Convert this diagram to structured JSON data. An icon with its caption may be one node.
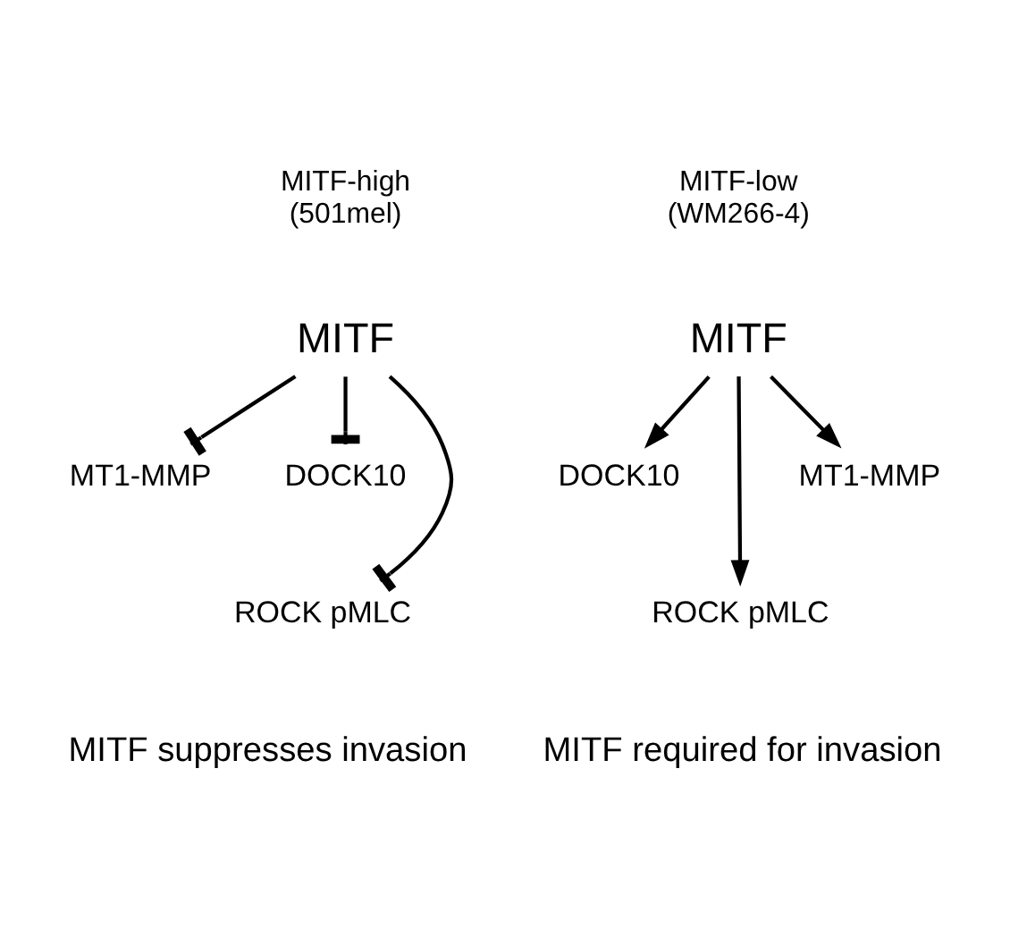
{
  "diagram": {
    "nodes": [
      {
        "text": [
          "MITF"
        ]
      },
      {
        "text": [
          "MT1-MMP"
        ]
      },
      {
        "text": [
          "DOCK10"
        ]
      },
      {
        "text": [
          "ROCK pMLC"
        ]
      },
      {
        "text": [
          "MITF"
        ]
      },
      {
        "text": [
          "DOCK10"
        ]
      },
      {
        "text": [
          "ROCK pMLC"
        ]
      },
      {
        "text": [
          "MT1-MMP"
        ]
      }
    ],
    "edges": [
      {
        "from": 0,
        "to": 1,
        "arrow": "other"
      },
      {
        "from": 0,
        "to": 3,
        "arrow": "other"
      },
      {
        "from": 0,
        "to": 2,
        "arrow": "other"
      },
      {
        "from": 4,
        "to": 5,
        "arrow": "to"
      },
      {
        "from": 4,
        "to": 6,
        "arrow": "to"
      },
      {
        "from": 4,
        "to": 7,
        "arrow": "to"
      }
    ],
    "labels": [
      "MITF-high (501mel)",
      "MITF-low (WM266-4)",
      "MITF suppresses invasion",
      "MITF required for invasion"
    ]
  }
}
